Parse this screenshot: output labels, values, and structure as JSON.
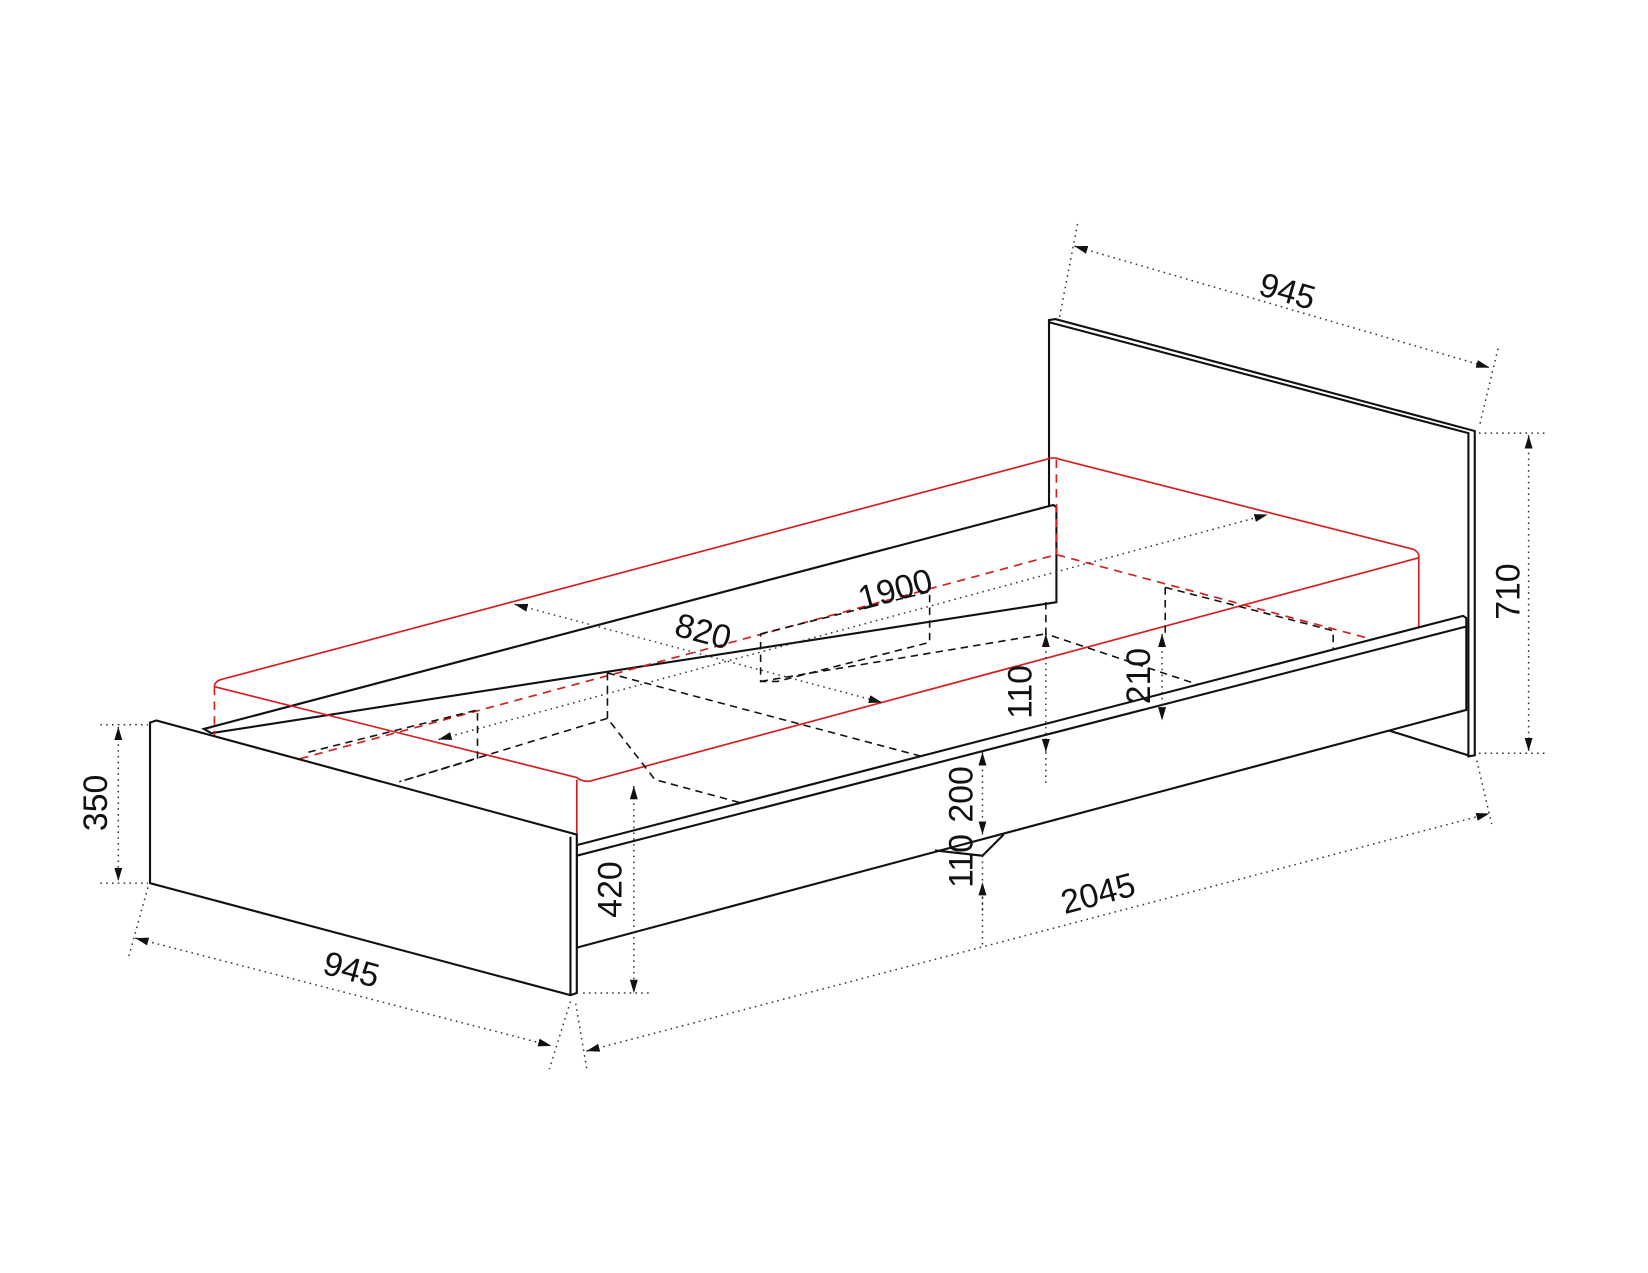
{
  "diagram": {
    "colors": {
      "outline": "#111111",
      "mattress": "#d42020"
    },
    "dimensions": {
      "headboard_width": "945",
      "headboard_height": "710",
      "footboard_height": "350",
      "footboard_width": "945",
      "overall_length": "2045",
      "mattress_width": "820",
      "mattress_length": "1900",
      "rail_height": "420",
      "slat_clearance": "110",
      "slat_support_height": "210",
      "rail_depth": "200",
      "leg_clearance": "110"
    }
  }
}
